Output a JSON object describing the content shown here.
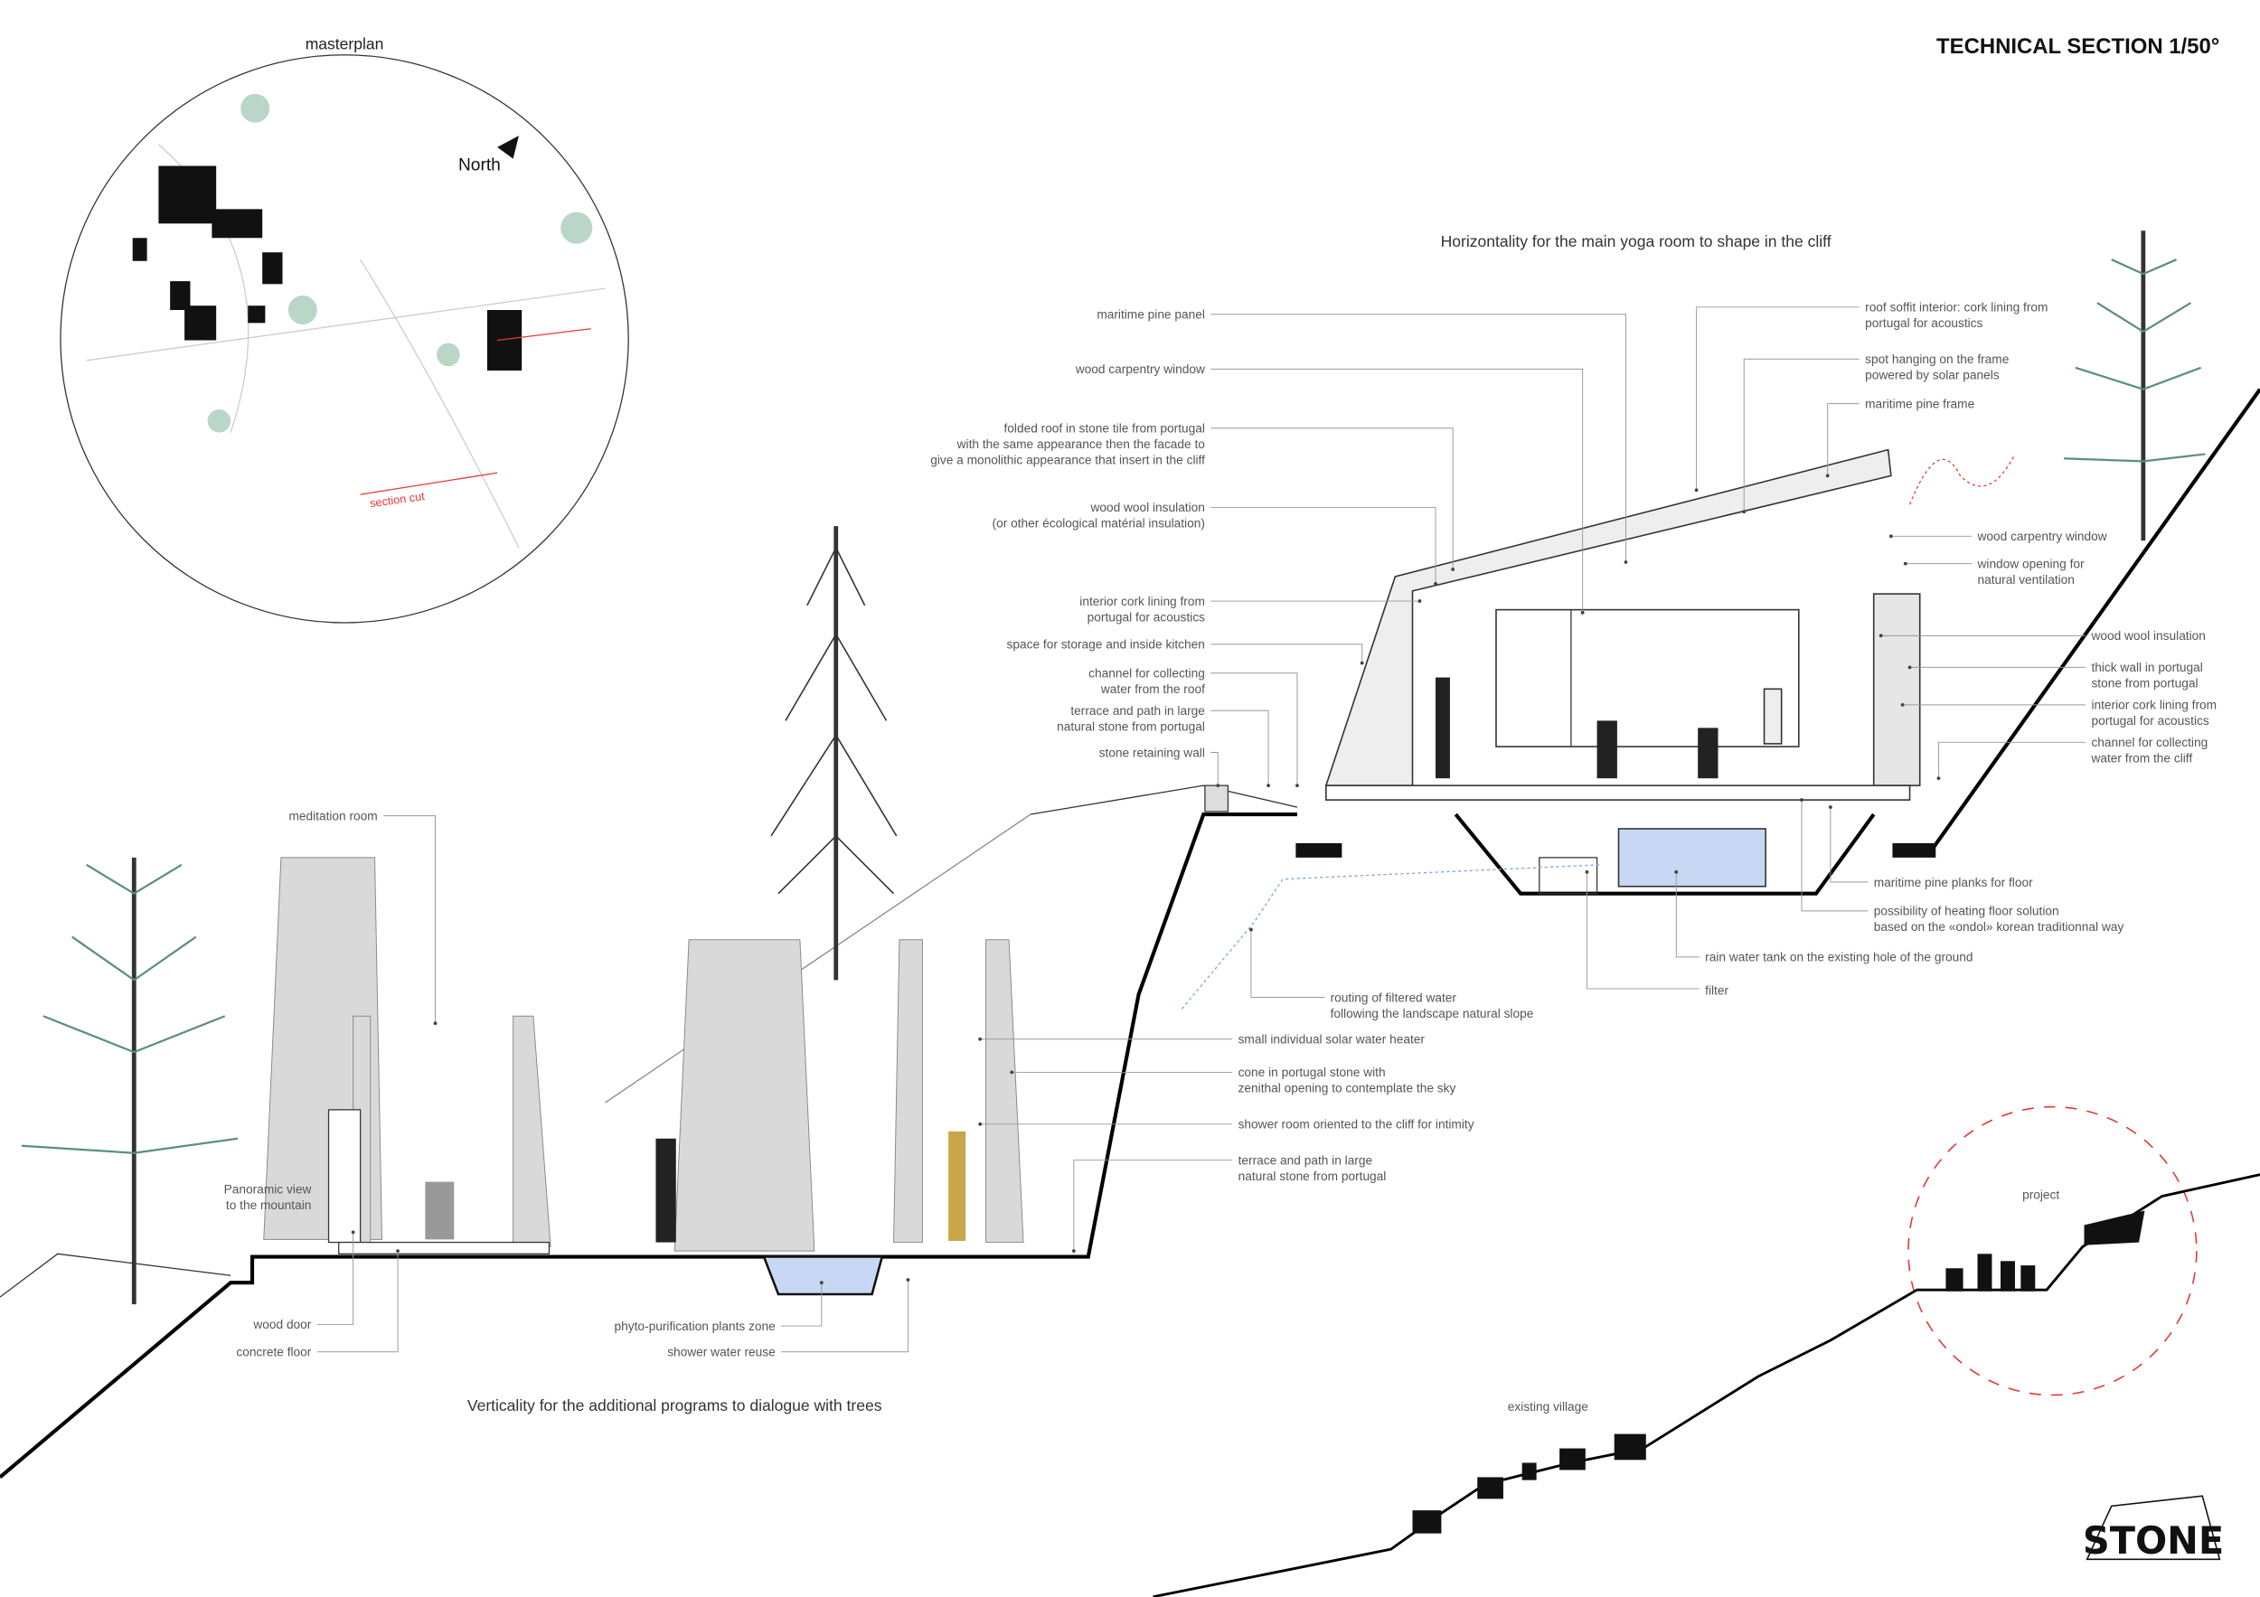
{
  "title": "TECHNICAL SECTION 1/50°",
  "masterplan": {
    "label": "masterplan",
    "north": "North",
    "section_cut": "section cut"
  },
  "captions": {
    "horizontal": "Horizontality  for the main yoga room to shape in the cliff",
    "vertical": "Verticality for the additional programs to dialogue with trees"
  },
  "inset": {
    "project": "project",
    "village": "existing village"
  },
  "logo": "STONE",
  "colors": {
    "accent_red": "#e53935",
    "tree_green": "#5b8f7b",
    "water_blue": "#c8d8f4"
  },
  "labels": {
    "maritime_pine_panel": [
      "maritime pine panel"
    ],
    "wood_window_left": [
      "wood carpentry window"
    ],
    "folded_roof": [
      "folded roof in stone tile from portugal",
      "with the same  appearance then the facade to",
      "give a monolithic appearance that insert in the cliff"
    ],
    "wood_wool_left": [
      "wood wool insulation",
      "(or other écological matérial insulation)"
    ],
    "cork_left": [
      "interior cork lining from",
      "portugal for acoustics"
    ],
    "storage": [
      "space for storage and inside kitchen"
    ],
    "channel_roof": [
      "channel for collecting",
      "water from the roof"
    ],
    "terrace_top": [
      "terrace and path in large",
      "natural stone from portugal"
    ],
    "retaining_wall": [
      "stone retaining wall"
    ],
    "roof_soffit": [
      "roof soffit interior: cork lining from",
      "portugal for acoustics"
    ],
    "spot": [
      "spot hanging on the frame",
      "powered by solar panels"
    ],
    "pine_frame": [
      "maritime pine frame"
    ],
    "wood_window_right": [
      "wood carpentry window"
    ],
    "window_opening": [
      "window opening for",
      "natural ventilation"
    ],
    "wood_wool_right": [
      "wood wool insulation"
    ],
    "thick_wall": [
      "thick wall in portugal",
      "stone from portugal"
    ],
    "cork_right": [
      "interior cork lining from",
      "portugal for acoustics"
    ],
    "channel_cliff": [
      "channel for collecting",
      "water from the cliff"
    ],
    "pine_planks": [
      "maritime pine planks for floor"
    ],
    "heating": [
      "possibility of heating floor solution",
      "based on the «ondol» korean traditionnal way"
    ],
    "rain_tank": [
      "rain water tank on the existing hole of the ground"
    ],
    "filter": [
      "filter"
    ],
    "routing": [
      "routing of filtered water",
      "following the landscape natural slope"
    ],
    "solar_heater": [
      "small individual solar water heater"
    ],
    "cone": [
      "cone in portugal stone with",
      "zenithal opening to contemplate the sky"
    ],
    "shower": [
      "shower room oriented to the cliff for intimity"
    ],
    "terrace_bottom": [
      "terrace and path in large",
      "natural stone from portugal"
    ],
    "meditation": [
      "meditation room"
    ],
    "panoramic": [
      "Panoramic view",
      "to the mountain"
    ],
    "wood_door": [
      "wood door"
    ],
    "concrete_floor": [
      "concrete floor"
    ],
    "phyto": [
      "phyto-purification plants zone"
    ],
    "shower_reuse": [
      "shower water reuse"
    ]
  }
}
